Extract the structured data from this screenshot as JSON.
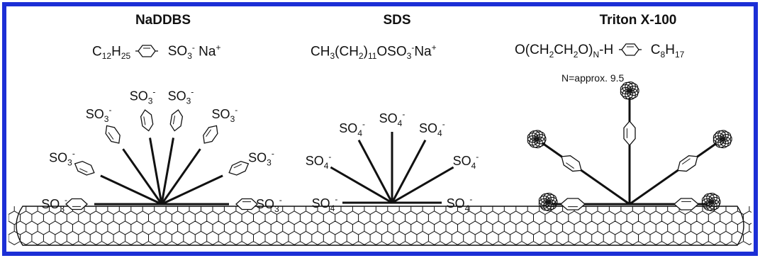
{
  "colors": {
    "frame": "#1c2fd6",
    "ink": "#111111"
  },
  "panels": [
    {
      "title": "NaDDBS",
      "formula": {
        "left": "C",
        "left_sub": "12",
        "mid": "H",
        "mid_sub": "25",
        "right": "SO",
        "right_sub": "3",
        "right_sup": "-",
        "tail": " Na",
        "tail_sup": "+"
      },
      "label": "SO",
      "label_sub": "3",
      "label_sup": "-"
    },
    {
      "title": "SDS",
      "formula": {
        "text": "CH",
        "sub1": "3",
        "t2": "(CH",
        "sub2": "2",
        "t3": ")",
        "sub3": "11",
        "t4": "OSO",
        "sub4": "3",
        "sup4": "-",
        "t5": "Na",
        "sup5": "+"
      },
      "label": "SO",
      "label_sub": "4",
      "label_sup": "-"
    },
    {
      "title": "Triton X-100",
      "formula": {
        "t1": "O(CH",
        "s1": "2",
        "t2": "CH",
        "s2": "2",
        "t3": "O)",
        "s3": "N",
        "t4": "-H",
        "t5": "C",
        "s5": "8",
        "t6": "H",
        "s6": "17"
      },
      "note": "N=approx. 9.5"
    }
  ]
}
